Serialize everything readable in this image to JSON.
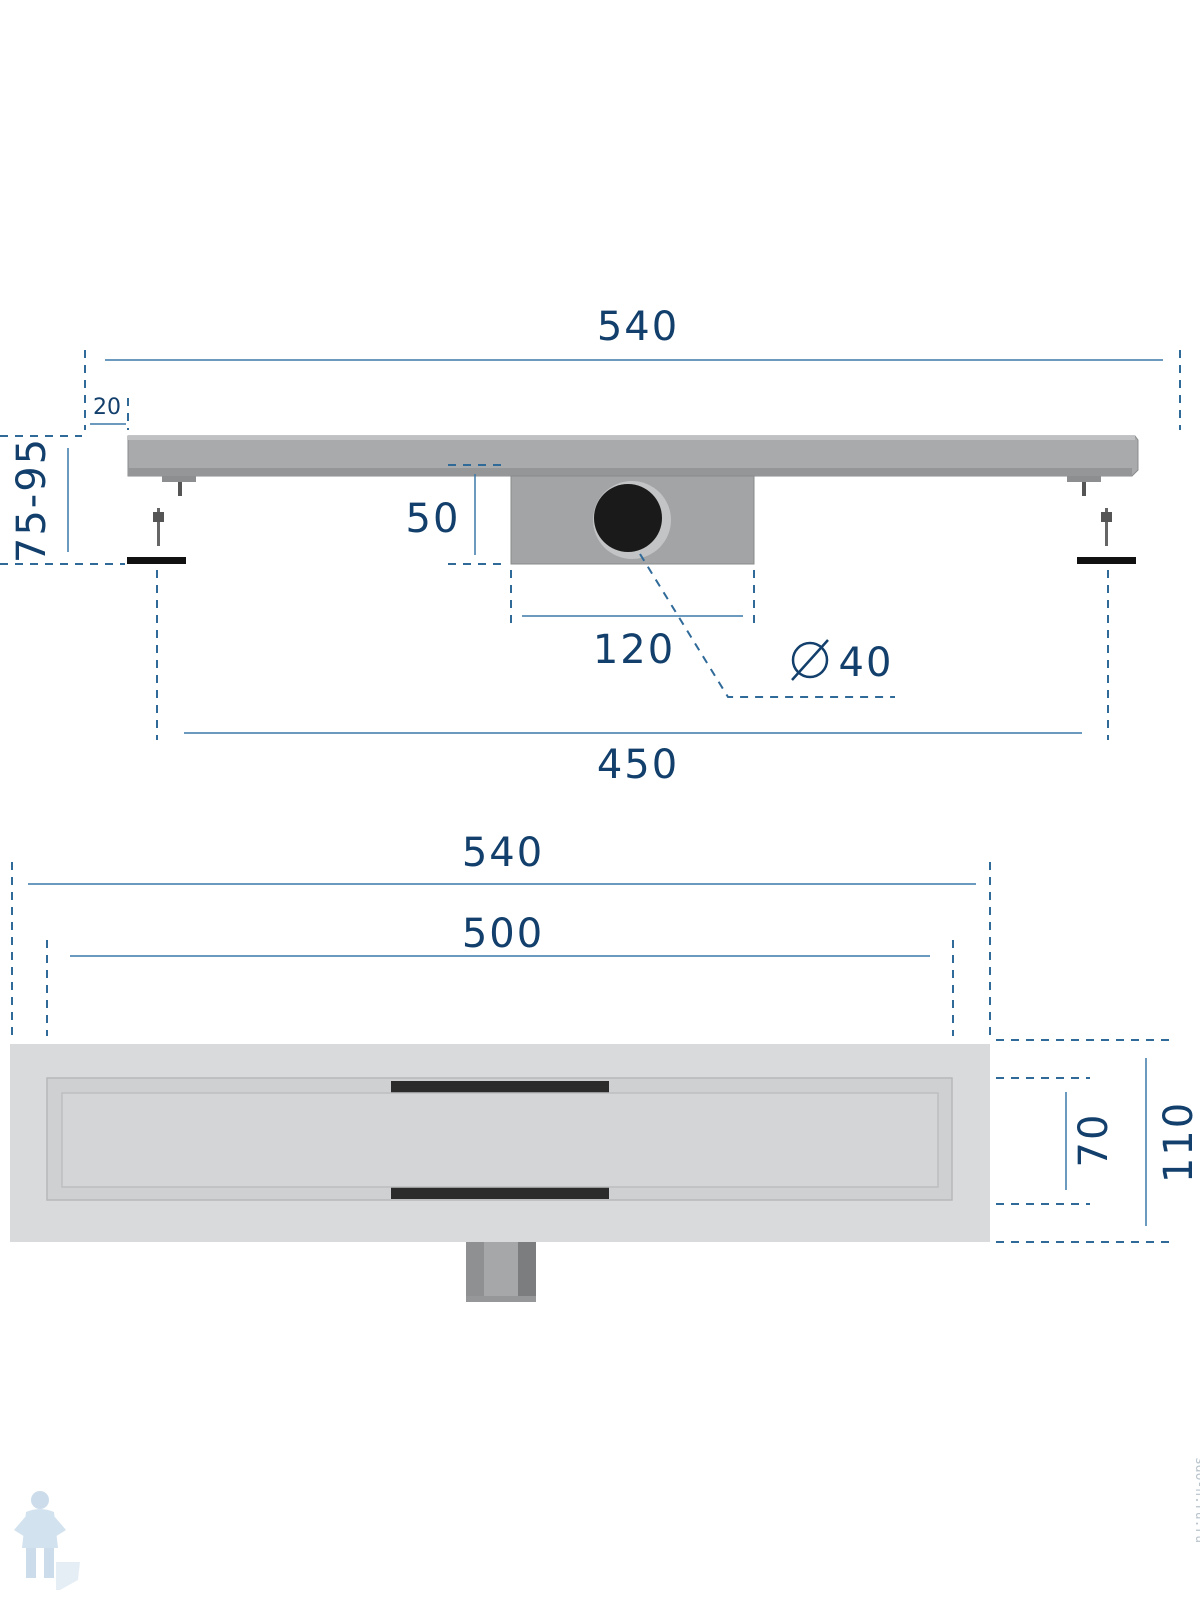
{
  "side_view": {
    "total_length": "540",
    "flange_width": "20",
    "height_range": "75-95",
    "outlet_height": "50",
    "outlet_width": "120",
    "outlet_diameter": "40",
    "feet_span": "450"
  },
  "top_view": {
    "total_length": "540",
    "grate_length": "500",
    "grate_width": "70",
    "total_width": "110"
  },
  "watermark": "sdo-n.ru.ru",
  "colors": {
    "dimension_text": "#123f6b",
    "dimension_line": "#3a78a8",
    "steel": "#a9aaab",
    "steel_dark": "#8a8b8c",
    "plate": "#d9dadb"
  }
}
